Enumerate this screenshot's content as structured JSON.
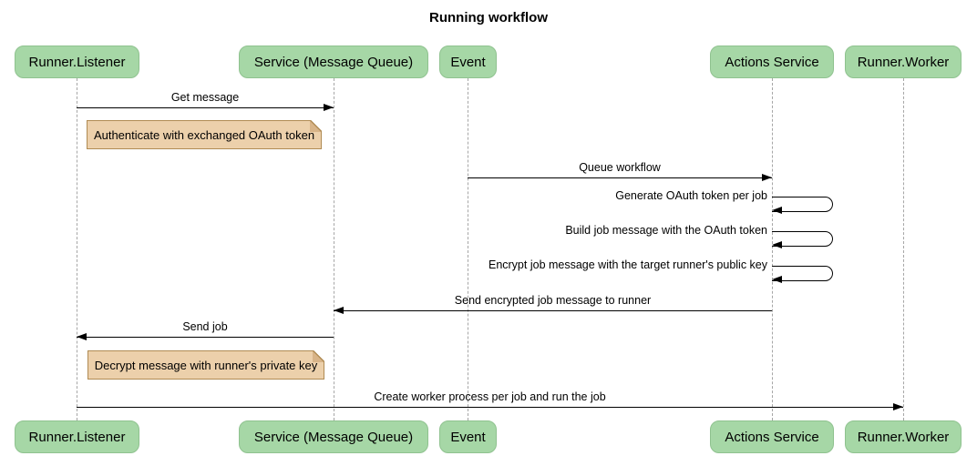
{
  "title": "Running workflow",
  "participants": [
    {
      "label": "Runner.Listener"
    },
    {
      "label": "Service (Message Queue)"
    },
    {
      "label": "Event"
    },
    {
      "label": "Actions Service"
    },
    {
      "label": "Runner.Worker"
    }
  ],
  "messages": [
    {
      "label": "Get message",
      "from": "Runner.Listener",
      "to": "Service (Message Queue)",
      "type": "arrow-right"
    },
    {
      "label": "Queue workflow",
      "from": "Event",
      "to": "Actions Service",
      "type": "arrow-right"
    },
    {
      "label": "Generate OAuth token per job",
      "from": "Actions Service",
      "to": "Actions Service",
      "type": "self"
    },
    {
      "label": "Build job message with the OAuth token",
      "from": "Actions Service",
      "to": "Actions Service",
      "type": "self"
    },
    {
      "label": "Encrypt job message with the target runner's public key",
      "from": "Actions Service",
      "to": "Actions Service",
      "type": "self"
    },
    {
      "label": "Send encrypted job message to runner",
      "from": "Actions Service",
      "to": "Service (Message Queue)",
      "type": "arrow-left"
    },
    {
      "label": "Send job",
      "from": "Service (Message Queue)",
      "to": "Runner.Listener",
      "type": "arrow-left"
    },
    {
      "label": "Create worker process per job and run the job",
      "from": "Runner.Listener",
      "to": "Runner.Worker",
      "type": "arrow-right"
    }
  ],
  "notes": [
    {
      "label": "Authenticate with exchanged OAuth token",
      "over": "Runner.Listener"
    },
    {
      "label": "Decrypt message with runner's private key",
      "over": "Runner.Listener"
    }
  ],
  "colors": {
    "participant_fill": "#a6d7a6",
    "participant_border": "#8fc28f",
    "note_fill": "#ecd0ab",
    "note_border": "#b08b53",
    "lifeline": "#a6a6a6",
    "arrow": "#000000",
    "background": "#ffffff"
  }
}
